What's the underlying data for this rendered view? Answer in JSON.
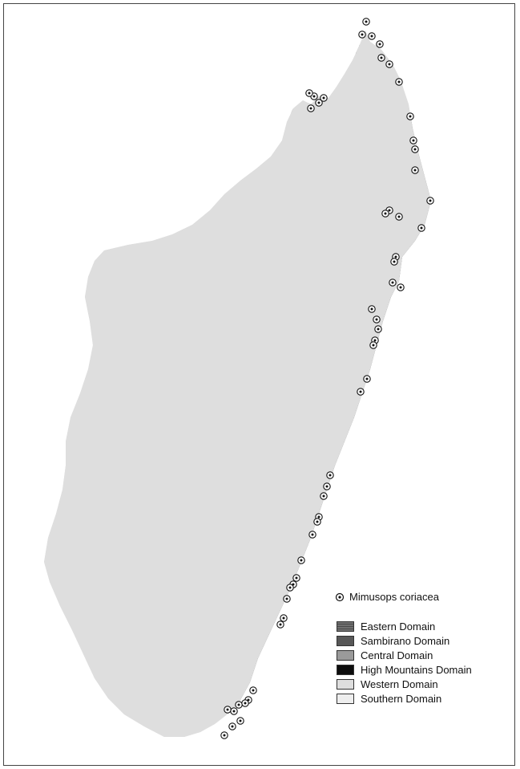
{
  "legend": {
    "marker_label": "Mimusops coriacea",
    "items": [
      {
        "key": "eastern",
        "label": "Eastern Domain",
        "color": "#6f6f6f",
        "hatch": true
      },
      {
        "key": "sambirano",
        "label": "Sambirano Domain",
        "color": "#575757",
        "hatch": false
      },
      {
        "key": "central",
        "label": "Central Domain",
        "color": "#9a9a9a",
        "hatch": false
      },
      {
        "key": "high",
        "label": "High Mountains Domain",
        "color": "#0d0d0d",
        "hatch": false
      },
      {
        "key": "western",
        "label": "Western Domain",
        "color": "#dedede",
        "hatch": false
      },
      {
        "key": "southern",
        "label": "Southern Domain",
        "color": "#eeeeee",
        "hatch": false
      }
    ]
  },
  "colors": {
    "outline": "#1a1a1a",
    "marker_fill": "#ffffff",
    "marker_dot": "#111111"
  }
}
